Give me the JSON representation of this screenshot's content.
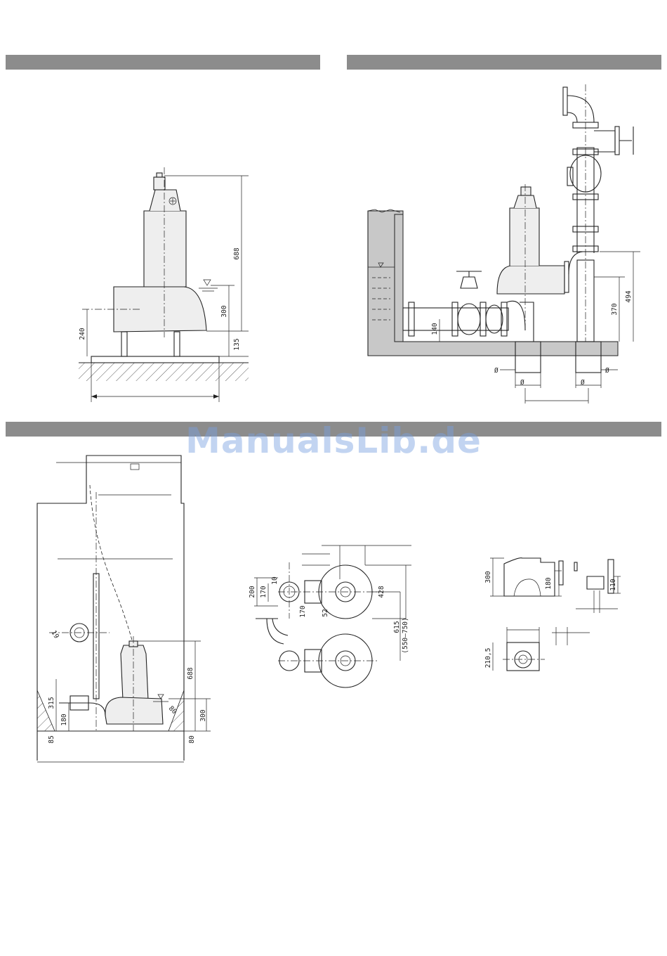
{
  "watermark": "ManualsLib.de",
  "dims": {
    "a": {
      "d688": "688",
      "d300": "300",
      "d240": "240",
      "d135": "135"
    },
    "b": {
      "d140": "140",
      "d370": "370",
      "d494": "494",
      "phi": "Ø"
    },
    "c": {
      "d688": "688",
      "d300": "300",
      "d315": "315",
      "d180": "180",
      "d85": "85",
      "d80": "80",
      "d80b": "80",
      "d19": "19"
    },
    "d": {
      "d200": "200",
      "d170": "170",
      "d170b": "170",
      "d52": "52",
      "d428": "428",
      "d615": "615",
      "d550": "(550–750)",
      "d10": "10"
    },
    "e": {
      "d300": "300",
      "d180": "180",
      "d110": "110",
      "d210": "210,5"
    }
  }
}
